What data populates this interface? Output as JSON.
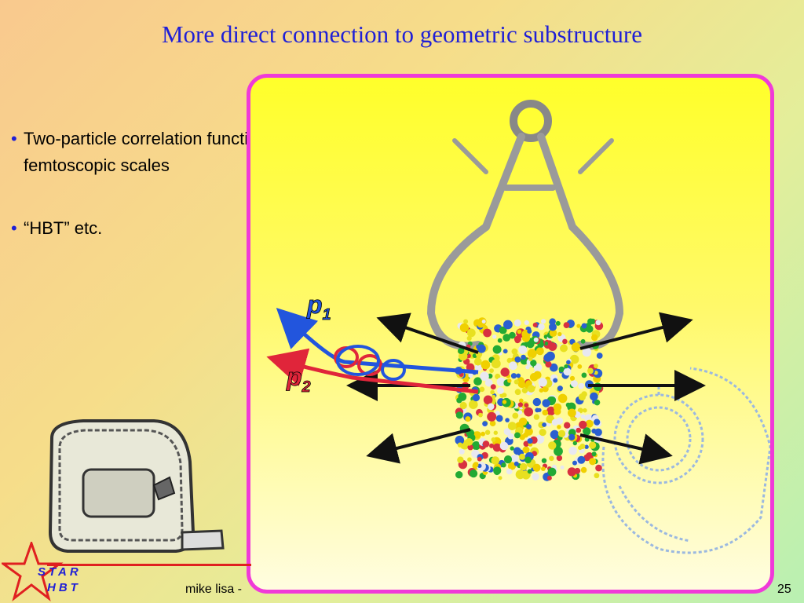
{
  "slide": {
    "title": "More direct connection to geometric substructure",
    "bullets": [
      "Two-particle correlation functions probe femtoscopic scales",
      "“HBT” etc."
    ]
  },
  "figure": {
    "p1_label": "p",
    "p1_sub": "1",
    "p2_label": "p",
    "p2_sub": "2"
  },
  "logo": {
    "line1": "STAR",
    "line2": "HBT"
  },
  "footer": {
    "author": "mike lisa -",
    "page_number": "25"
  },
  "colors": {
    "title": "#1f1fd6",
    "panel_border": "#f03ad8",
    "p1": "#2255dd",
    "p2": "#e0253a"
  }
}
